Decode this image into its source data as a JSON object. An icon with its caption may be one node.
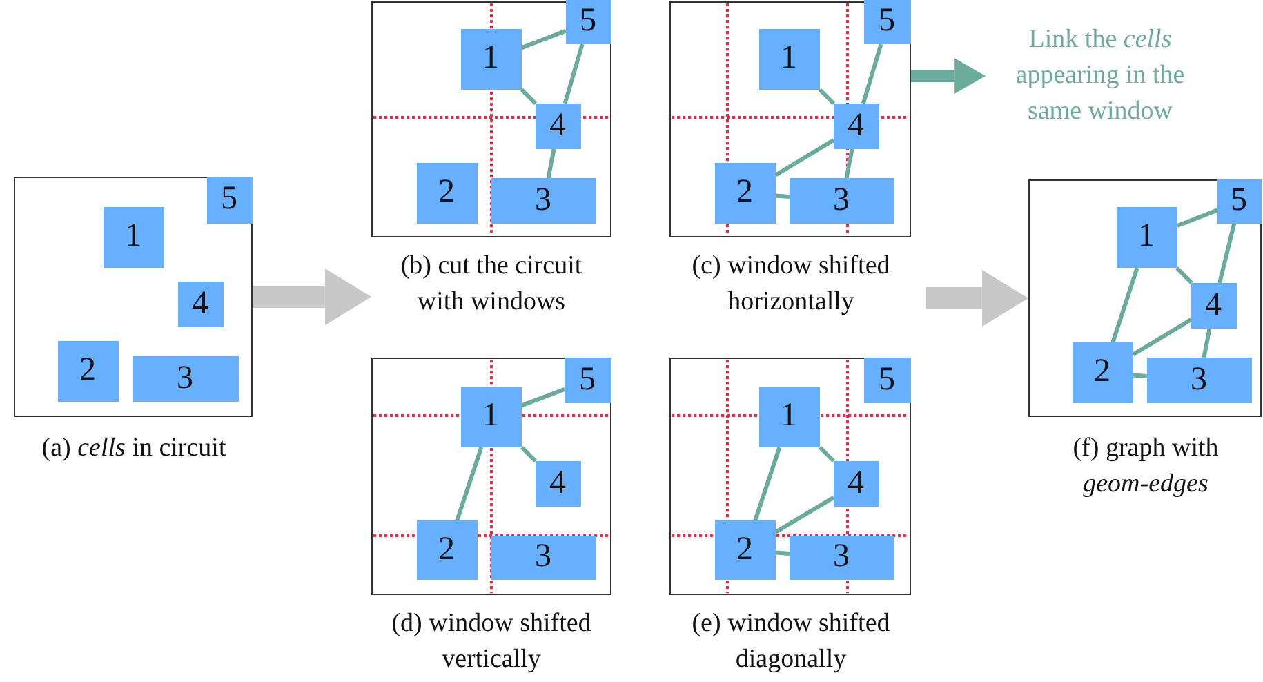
{
  "diagram": {
    "nodes": [
      {
        "text": [],
        "shape": "box",
        "beside": [
          "(a) *cells* in circuit"
        ]
      },
      {
        "text": [
          "1"
        ],
        "in": 0
      },
      {
        "text": [
          "2"
        ],
        "in": 0
      },
      {
        "text": [
          "3"
        ],
        "in": 0
      },
      {
        "text": [
          "4"
        ],
        "in": 0
      },
      {
        "text": [
          "5"
        ],
        "in": 0
      },
      {
        "text": [],
        "shape": "box",
        "beside": [
          "(b) cut the circuit with windows"
        ]
      },
      {
        "text": [
          "1"
        ],
        "in": 6
      },
      {
        "text": [
          "2"
        ],
        "in": 6
      },
      {
        "text": [
          "3"
        ],
        "in": 6
      },
      {
        "text": [
          "4"
        ],
        "in": 6
      },
      {
        "text": [
          "5"
        ],
        "in": 6
      },
      {
        "text": [],
        "shape": "box",
        "beside": [
          "(c) window shifted horizontally"
        ]
      },
      {
        "text": [
          "1"
        ],
        "in": 12
      },
      {
        "text": [
          "2"
        ],
        "in": 12
      },
      {
        "text": [
          "3"
        ],
        "in": 12
      },
      {
        "text": [
          "4"
        ],
        "in": 12
      },
      {
        "text": [
          "5"
        ],
        "in": 12
      },
      {
        "text": [
          "Link the *cells* appearing in the same window"
        ]
      },
      {
        "text": [],
        "shape": "box",
        "beside": [
          "(d) window shifted vertically"
        ]
      },
      {
        "text": [
          "1"
        ],
        "in": 19
      },
      {
        "text": [
          "2"
        ],
        "in": 19
      },
      {
        "text": [
          "3"
        ],
        "in": 19
      },
      {
        "text": [
          "4"
        ],
        "in": 19
      },
      {
        "text": [
          "5"
        ],
        "in": 19
      },
      {
        "text": [],
        "shape": "box",
        "beside": [
          "(e) window shifted diagonally"
        ]
      },
      {
        "text": [
          "1"
        ],
        "in": 25
      },
      {
        "text": [
          "2"
        ],
        "in": 25
      },
      {
        "text": [
          "3"
        ],
        "in": 25
      },
      {
        "text": [
          "4"
        ],
        "in": 25
      },
      {
        "text": [
          "5"
        ],
        "in": 25
      },
      {
        "text": [],
        "shape": "box",
        "beside": [
          "(f) graph with *geom-edges*"
        ]
      },
      {
        "text": [
          "1"
        ],
        "in": 31
      },
      {
        "text": [
          "2"
        ],
        "in": 31
      },
      {
        "text": [
          "3"
        ],
        "in": 31
      },
      {
        "text": [
          "4"
        ],
        "in": 31
      },
      {
        "text": [
          "5"
        ],
        "in": 31
      }
    ],
    "edges": [
      {
        "from": 0,
        "to": 6,
        "arrow": "to",
        "style": "thick",
        "color": "#c8c8c8"
      },
      {
        "from": 7,
        "to": 11,
        "arrow": "none"
      },
      {
        "from": 7,
        "to": 10,
        "arrow": "none"
      },
      {
        "from": 11,
        "to": 10,
        "arrow": "none"
      },
      {
        "from": 10,
        "to": 9,
        "arrow": "none"
      },
      {
        "from": 13,
        "to": 16,
        "arrow": "none"
      },
      {
        "from": 17,
        "to": 16,
        "arrow": "none"
      },
      {
        "from": 16,
        "to": 14,
        "arrow": "none"
      },
      {
        "from": 16,
        "to": 15,
        "arrow": "none"
      },
      {
        "from": 14,
        "to": 15,
        "arrow": "none"
      },
      {
        "from": 12,
        "to": 18,
        "arrow": "to",
        "style": "thick"
      },
      {
        "from": 20,
        "to": 24,
        "arrow": "none"
      },
      {
        "from": 20,
        "to": 23,
        "arrow": "none"
      },
      {
        "from": 20,
        "to": 21,
        "arrow": "none"
      },
      {
        "from": 26,
        "to": 27,
        "arrow": "none"
      },
      {
        "from": 26,
        "to": 29,
        "arrow": "none"
      },
      {
        "from": 29,
        "to": 27,
        "arrow": "none"
      },
      {
        "from": 27,
        "to": 28,
        "arrow": "none"
      },
      {
        "from": null,
        "to": 31,
        "arrow": "to",
        "style": "thick",
        "color": "#c8c8c8"
      },
      {
        "from": 32,
        "to": 36,
        "arrow": "none"
      },
      {
        "from": 32,
        "to": 35,
        "arrow": "none"
      },
      {
        "from": 36,
        "to": 35,
        "arrow": "none"
      },
      {
        "from": 32,
        "to": 33,
        "arrow": "none"
      },
      {
        "from": 33,
        "to": 35,
        "arrow": "none"
      },
      {
        "from": 35,
        "to": 34,
        "arrow": "none"
      },
      {
        "from": 33,
        "to": 34,
        "arrow": "none"
      }
    ]
  }
}
